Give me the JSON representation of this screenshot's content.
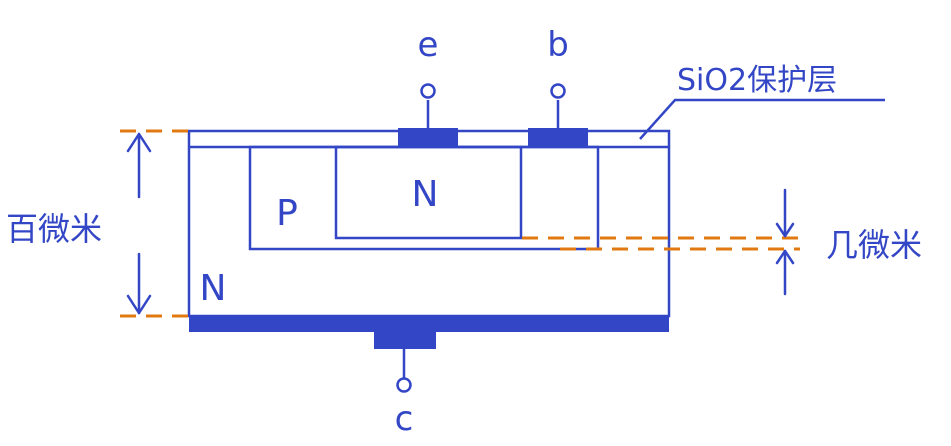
{
  "labels": {
    "emitter": "e",
    "base": "b",
    "collector": "c",
    "sio2": "SiO2保护层",
    "p_region": "P",
    "n_emitter": "N",
    "n_substrate": "N",
    "hundreds_um": "百微米",
    "few_um": "几微米"
  },
  "colors": {
    "structure": "#3346c6",
    "dimension": "#e07a10",
    "background": "#ffffff"
  }
}
